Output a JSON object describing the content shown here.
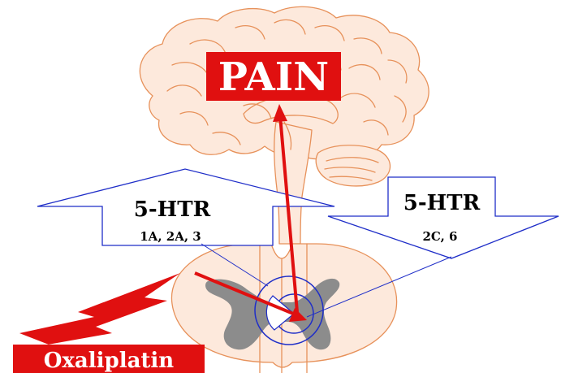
{
  "pain_label": "PAIN",
  "left_receptor": {
    "title": "5-HTR",
    "subtypes": "1A, 2A, 3",
    "direction": "up"
  },
  "right_receptor": {
    "title": "5-HTR",
    "subtypes": "2C, 6",
    "direction": "down"
  },
  "drug_label": "Oxaliplatin",
  "colors": {
    "brain_outline": "#e7915a",
    "tissue_fill": "#fde9dc",
    "receptor_outline": "#1f2ec8",
    "pain_red": "#e01010",
    "grey_matter": "#8c8c8c"
  }
}
